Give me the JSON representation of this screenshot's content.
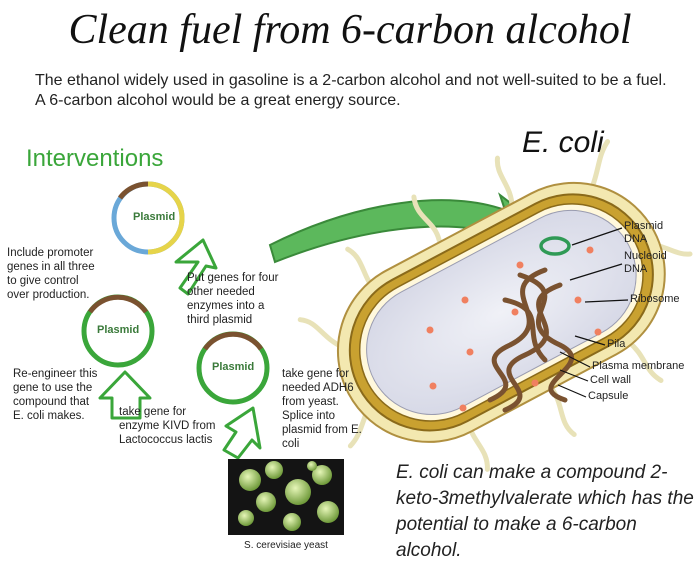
{
  "title": "Clean fuel from 6-carbon alcohol",
  "intro": "The ethanol widely used in gasoline is a 2-carbon alcohol and not well-suited to be a fuel. A 6-carbon alcohol would be a great energy source.",
  "interventions": {
    "heading": "Interventions",
    "plasmid_label": "Plasmid",
    "notes": {
      "promoter": "Include promoter genes in all three to give control over production.",
      "third_plasmid": "Put genes for four other needed enzymes into a third plasmid",
      "reengineer": "Re-engineer this gene to use the compound that E. coli makes.",
      "kivd": "take gene for enzyme KIVD from Lactococcus lactis",
      "adh6": "take gene for needed ADH6 from yeast. Splice into plasmid from E. coli"
    },
    "yeast_caption": "S. cerevisiae yeast"
  },
  "ecoli": {
    "title": "E. coli",
    "labels": {
      "plasmid_dna": "Plasmid DNA",
      "nucleoid_dna": "Nucleoid DNA",
      "ribosome": "Ribosome",
      "pila": "Pila",
      "plasma_membrane": "Plasma membrane",
      "cell_wall": "Cell wall",
      "capsule": "Capsule"
    }
  },
  "conclusion": "E. coli can make a compound 2-keto-3methylvalerate which has the potential to make a 6-carbon alcohol.",
  "colors": {
    "green": "#3aa63a",
    "brown": "#7a5230",
    "capsule_yellow": "#f3e8b0",
    "cell_wall_gold": "#c9a130",
    "cytoplasm": "#e2e4ee",
    "ribosome": "#f08060",
    "arrow_green": "#5cb85c"
  }
}
